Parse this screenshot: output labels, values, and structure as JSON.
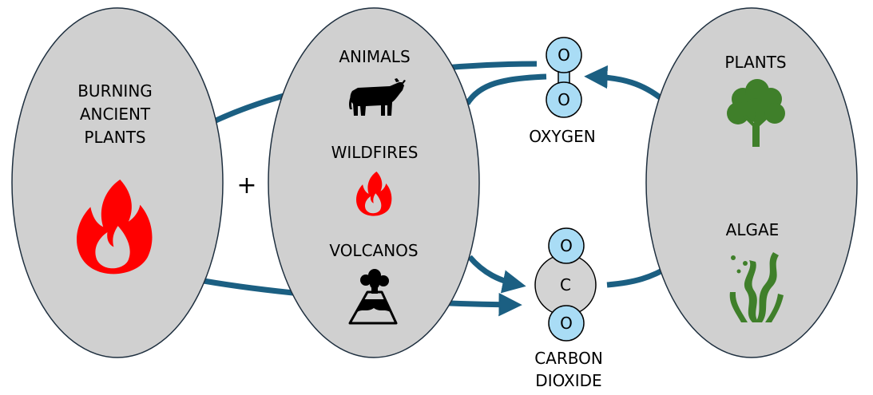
{
  "colors": {
    "ellipse_fill": "#d0d0d0",
    "ellipse_stroke": "#1e2f3f",
    "arrow": "#1b5f82",
    "oxygen_atom": "#a9dcf5",
    "carbon_atom": "#d3d3d3",
    "fire": "#ff0000",
    "plant_green": "#3f7f2a",
    "black": "#000000"
  },
  "left_ellipse": {
    "label_lines": [
      "BURNING",
      "ANCIENT",
      "PLANTS"
    ],
    "icon": "fire-icon"
  },
  "plus_sign": "+",
  "middle_ellipse": {
    "animals": {
      "label": "ANIMALS",
      "icon": "cow-icon"
    },
    "wildfires": {
      "label": "WILDFIRES",
      "icon": "fire-icon"
    },
    "volcanos": {
      "label": "VOLCANOS",
      "icon": "volcano-icon"
    }
  },
  "oxygen": {
    "atoms": [
      "O",
      "O"
    ],
    "label": "OXYGEN"
  },
  "carbon_dioxide": {
    "atoms": [
      "O",
      "C",
      "O"
    ],
    "label_lines": [
      "CARBON",
      "DIOXIDE"
    ]
  },
  "right_ellipse": {
    "plants": {
      "label": "PLANTS",
      "icon": "tree-icon"
    },
    "algae": {
      "label": "ALGAE",
      "icon": "seaweed-icon"
    }
  }
}
